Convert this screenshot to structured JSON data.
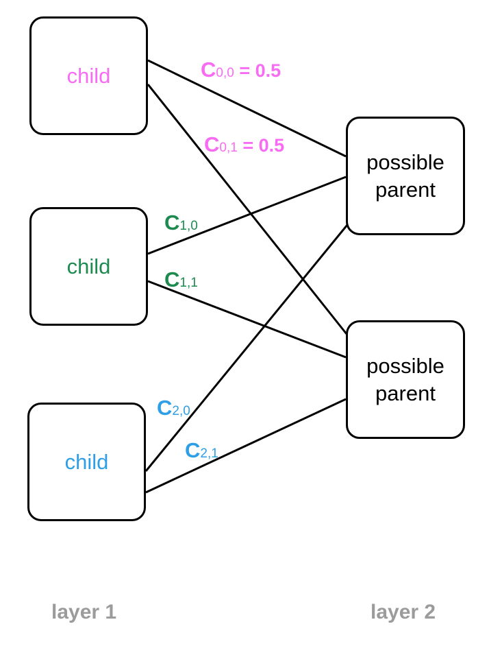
{
  "colors": {
    "child_0": "#f76cf3",
    "child_1": "#1e8a50",
    "child_2": "#2e9ee6",
    "line": "#000000",
    "layer_label": "#9b9b9b"
  },
  "children": [
    {
      "label": "child"
    },
    {
      "label": "child"
    },
    {
      "label": "child"
    }
  ],
  "parents": [
    {
      "line1": "possible",
      "line2": "parent"
    },
    {
      "line1": "possible",
      "line2": "parent"
    }
  ],
  "coefficients": [
    {
      "symbol": "C",
      "subscript": "0,0",
      "value": " = 0.5"
    },
    {
      "symbol": "C",
      "subscript": "0,1",
      "value": " = 0.5"
    },
    {
      "symbol": "C",
      "subscript": "1,0",
      "value": ""
    },
    {
      "symbol": "C",
      "subscript": "1,1",
      "value": ""
    },
    {
      "symbol": "C",
      "subscript": "2,0",
      "value": ""
    },
    {
      "symbol": "C",
      "subscript": "2,1",
      "value": ""
    }
  ],
  "layers": {
    "left": "layer 1",
    "right": "layer 2"
  }
}
